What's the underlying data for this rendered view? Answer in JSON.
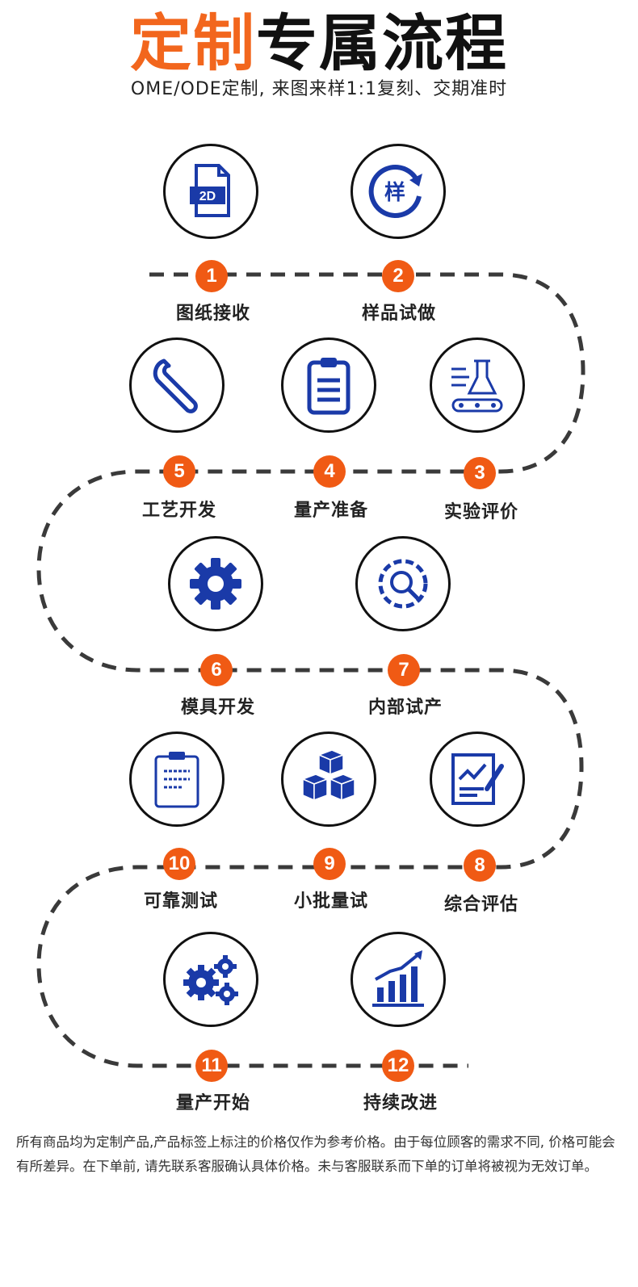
{
  "header": {
    "title_orange": "定制",
    "title_black": "专属流程",
    "subtitle": "OME/ODE定制, 来图来样1:1复刻、交期准时"
  },
  "steps": [
    {
      "num": "1",
      "label": "图纸接收",
      "icon": "2d-drawing-icon"
    },
    {
      "num": "2",
      "label": "样品试做",
      "icon": "sample-cycle-icon"
    },
    {
      "num": "3",
      "label": "实验评价",
      "icon": "lab-flask-conveyor-icon"
    },
    {
      "num": "4",
      "label": "量产准备",
      "icon": "clipboard-icon"
    },
    {
      "num": "5",
      "label": "工艺开发",
      "icon": "wrench-icon"
    },
    {
      "num": "6",
      "label": "模具开发",
      "icon": "gear-icon"
    },
    {
      "num": "7",
      "label": "内部试产",
      "icon": "gear-search-icon"
    },
    {
      "num": "8",
      "label": "综合评估",
      "icon": "chart-pen-icon"
    },
    {
      "num": "9",
      "label": "小批量试",
      "icon": "boxes-icon"
    },
    {
      "num": "10",
      "label": "可靠测试",
      "icon": "clipboard-document-icon"
    },
    {
      "num": "11",
      "label": "量产开始",
      "icon": "multiple-gears-icon"
    },
    {
      "num": "12",
      "label": "持续改进",
      "icon": "growth-chart-icon"
    }
  ],
  "footer": {
    "note": "所有商品均为定制产品,产品标签上标注的价格仅作为参考价格。由于每位顾客的需求不同, 价格可能会有所差异。在下单前, 请先联系客服确认具体价格。未与客服联系而下单的订单将被视为无效订单。"
  },
  "colors": {
    "accent_orange": "#f05a14",
    "icon_blue": "#1a3aa8",
    "path_dash": "#3a3a3a"
  }
}
